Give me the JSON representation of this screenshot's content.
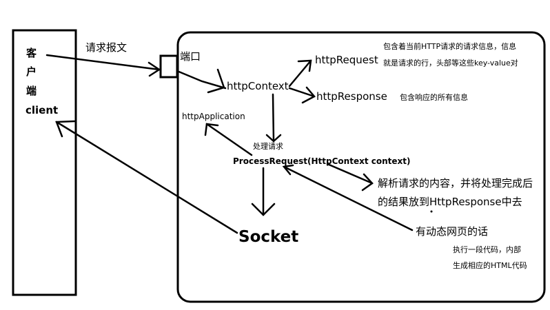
{
  "client": {
    "chars": [
      "客",
      "户",
      "端"
    ],
    "label": "client"
  },
  "labels": {
    "request_message": "请求报文",
    "port": "端口",
    "http_context": "httpContext",
    "http_request": "httpRequest",
    "http_request_desc_line1": "包含着当前HTTP请求的请求信息，信息",
    "http_request_desc_line2": "就是请求的行，头部等这些key-value对",
    "http_response": "httpResponse",
    "http_response_desc": "包含响应的所有信息",
    "http_application": "httpApplication",
    "process_caption": "处理请求",
    "process_request": "ProcessRequest(HttpContext context)",
    "parse_line1": "解析请求的内容，并将处理完成后",
    "parse_line2": "的结果放到HttpResponse中去",
    "dynamic_page": "有动态网页的话",
    "execute_line1": "执行一段代码，内部",
    "execute_line2": "生成相应的HTML代码",
    "socket": "Socket"
  },
  "colors": {
    "stroke": "#000000",
    "background": "#ffffff"
  }
}
